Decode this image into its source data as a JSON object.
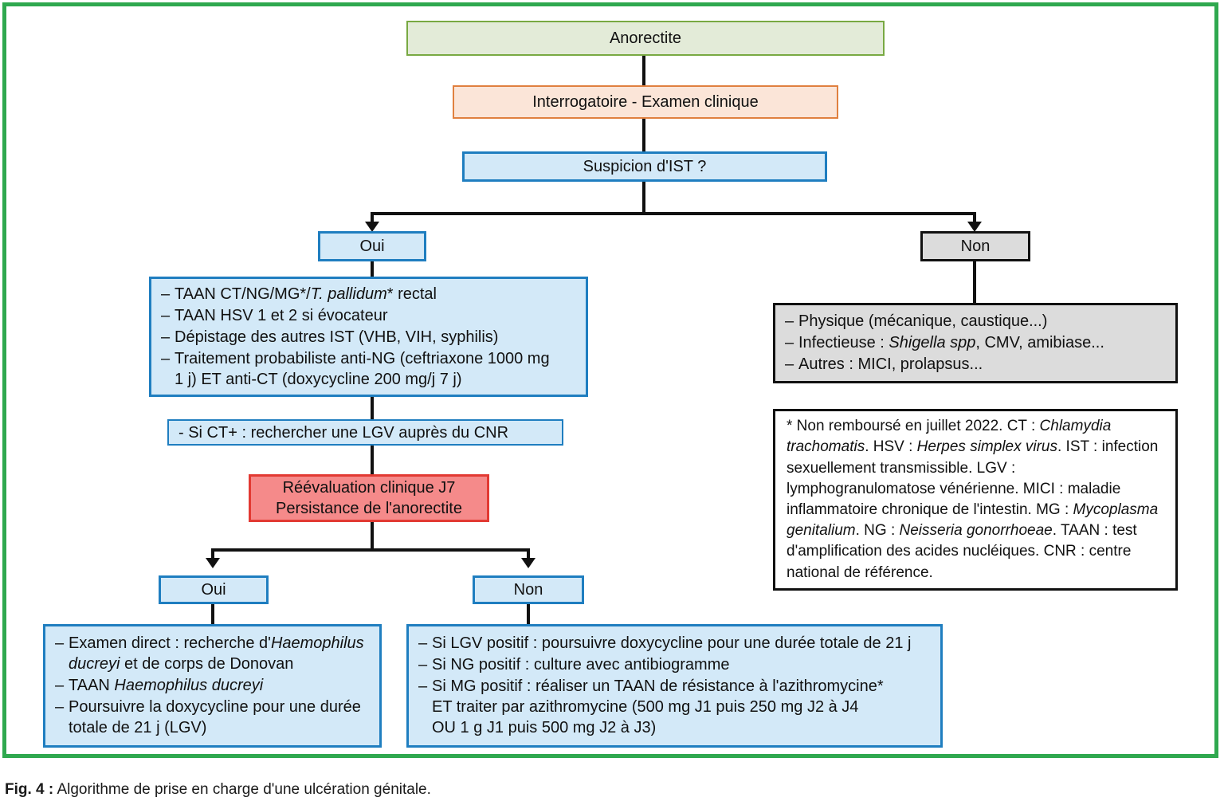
{
  "figure": {
    "label": "Fig. 4 :",
    "caption": "Algorithme de prise en charge d'une ulcération génitale."
  },
  "colors": {
    "frame_green": "#2fa84f",
    "green_fill": "#e3ebd8",
    "green_border": "#78a942",
    "orange_fill": "#fbe5d8",
    "orange_border": "#e0803f",
    "blue_fill": "#d3e9f8",
    "blue_border": "#1f7ec0",
    "red_fill": "#f58a8a",
    "red_border": "#e23a33",
    "gray_fill": "#dcdcdc",
    "black_border": "#111111"
  },
  "nodes": {
    "start": "Anorectite",
    "history": "Interrogatoire - Examen clinique",
    "decision_ist": "Suspicion d'IST ?",
    "branch_ist_yes": "Oui",
    "branch_ist_no": "Non",
    "si_ct_plus": "- Si CT+ : rechercher une LGV auprès du CNR",
    "reevaluation_line1": "Réévaluation clinique J7",
    "reevaluation_line2": "Persistance de l'anorectite",
    "branch_persist_yes": "Oui",
    "branch_persist_no": "Non"
  },
  "ist_workup": {
    "items": [
      {
        "pre": "TAAN CT/NG/MG*/",
        "italic": "T. pallidum",
        "post": "* rectal"
      },
      {
        "pre": "TAAN HSV 1 et 2 si évocateur",
        "italic": "",
        "post": ""
      },
      {
        "pre": "Dépistage des autres IST (VHB, VIH, syphilis)",
        "italic": "",
        "post": ""
      },
      {
        "pre": "Traitement probabiliste anti-NG (ceftriaxone 1000 mg\n1 j) ET anti-CT (doxycycline 200 mg/j 7 j)",
        "italic": "",
        "post": ""
      }
    ]
  },
  "non_ist_causes": {
    "items": [
      {
        "pre": "Physique (mécanique, caustique...)",
        "italic": "",
        "post": ""
      },
      {
        "pre": "Infectieuse : ",
        "italic": "Shigella spp",
        "post": ", CMV, amibiase..."
      },
      {
        "pre": "Autres : MICI, prolapsus...",
        "italic": "",
        "post": ""
      }
    ]
  },
  "persist_yes_actions": {
    "items": [
      {
        "pre": "Examen direct : recherche d'",
        "italic": "Haemophilus\nducreyi",
        "post": " et de corps de Donovan"
      },
      {
        "pre": "TAAN ",
        "italic": "Haemophilus ducreyi",
        "post": ""
      },
      {
        "pre": "Poursuivre la doxycycline pour une durée\ntotale de 21 j (LGV)",
        "italic": "",
        "post": ""
      }
    ]
  },
  "persist_no_actions": {
    "items": [
      {
        "pre": "Si LGV positif : poursuivre doxycycline pour une durée totale de 21 j",
        "italic": "",
        "post": ""
      },
      {
        "pre": "Si NG positif : culture avec antibiogramme",
        "italic": "",
        "post": ""
      },
      {
        "pre": "Si MG positif : réaliser un TAAN de résistance à l'azithromycine*\nET traiter par azithromycine (500 mg J1 puis 250 mg J2 à J4\nOU 1 g J1 puis 500 mg J2 à J3)",
        "italic": "",
        "post": ""
      }
    ]
  },
  "legend": {
    "segments": [
      {
        "text": "* Non remboursé en juillet 2022. CT : ",
        "italic": false
      },
      {
        "text": "Chlamydia trachomatis",
        "italic": true
      },
      {
        "text": ". HSV : ",
        "italic": false
      },
      {
        "text": "Herpes simplex virus",
        "italic": true
      },
      {
        "text": ". IST : infection sexuellement transmissible. LGV : lymphogranulomatose vénérienne. MICI : maladie inflammatoire chronique de l'intestin. MG : ",
        "italic": false
      },
      {
        "text": "Mycoplasma genitalium",
        "italic": true
      },
      {
        "text": ". NG : ",
        "italic": false
      },
      {
        "text": "Neisseria gonorrhoeae",
        "italic": true
      },
      {
        "text": ". TAAN : test d'amplification des acides nucléiques. CNR : centre national de référence.",
        "italic": false
      }
    ]
  }
}
